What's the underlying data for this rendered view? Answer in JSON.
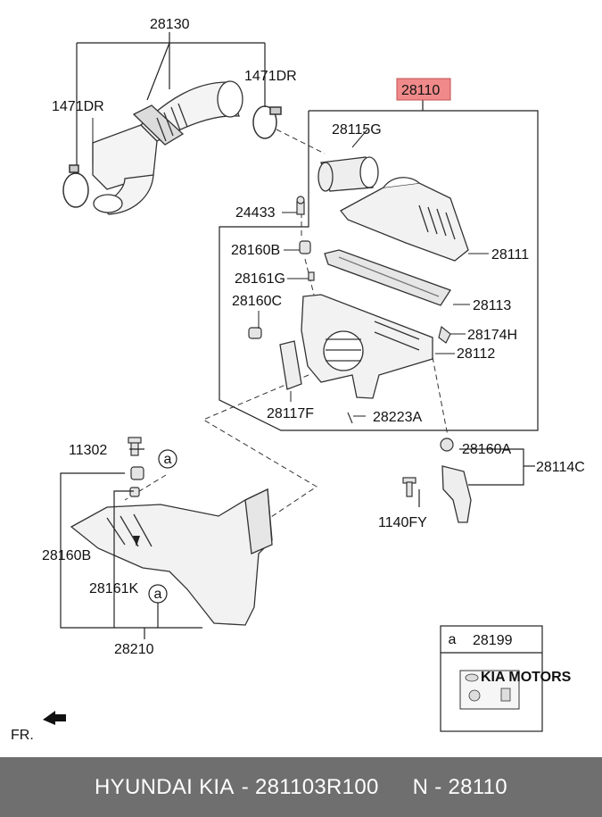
{
  "labels": {
    "duct_hose": "28130",
    "clamp_left": "1471DR",
    "clamp_right": "1471DR",
    "air_cleaner_assy": "28110",
    "air_duct": "28115G",
    "bolt_top": "24433",
    "insulator_top": "28160B",
    "cover": "28111",
    "pin": "28161G",
    "filter": "28113",
    "grommet_left": "28160C",
    "clip": "28174H",
    "body": "28112",
    "resonator": "28117F",
    "screw": "28223A",
    "bolt_lower": "11302",
    "insulator_right": "28160A",
    "bracket": "28114C",
    "flange_bolt": "1140FY",
    "insulator_lower": "28160B",
    "pin_lower": "28161K",
    "intake_duct": "28210",
    "fr_label": "FR.",
    "ref_a": "a"
  },
  "legend": {
    "ref": "a",
    "part": "28199",
    "sticker_text": "KIA MOTORS"
  },
  "highlight_color": "#f08a8a",
  "footer": {
    "brand": "HYUNDAI  KIA",
    "part_number": "- 281103R100",
    "ref_number": "N - 28110"
  }
}
